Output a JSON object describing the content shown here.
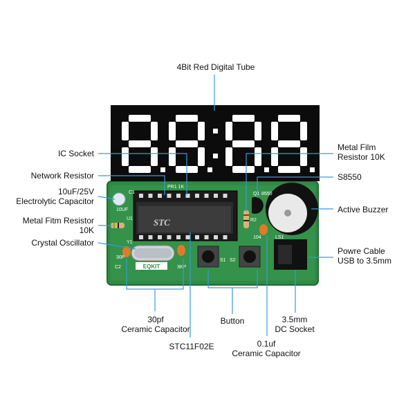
{
  "labels": {
    "digital_tube": "4Bit Red Digital Tube",
    "ic_socket": "IC Socket",
    "network_resistor": "Network Resistor",
    "electrolytic_line1": "10uF/25V",
    "electrolytic_line2": "Electrolytic Capacitor",
    "metal_fitm_line1": "Metal Fitm Resistor",
    "metal_fitm_line2": "10K",
    "crystal": "Crystal Oscillator",
    "metal_film_line1": "Metal Film",
    "metal_film_line2": "Resistor 10K",
    "s8550": "S8550",
    "buzzer": "Active Buzzer",
    "power_line1": "Powre Cable",
    "power_line2": "USB to 3.5mm",
    "ceramic_30pf_line1": "30pf",
    "ceramic_30pf_line2": "Ceramic Capacitor",
    "button": "Button",
    "dc_socket_line1": "3.5mm",
    "dc_socket_line2": "DC Socket",
    "mcu": "STC11F02E",
    "ceramic_01_line1": "0.1uf",
    "ceramic_01_line2": "Ceramic Capacitor"
  },
  "board": {
    "brand": "EQKIT",
    "chip_text": "STC",
    "silk_c1": "C1",
    "silk_pr1": "PR1 1K",
    "silk_10uf": "10UF",
    "silk_u1": "U1",
    "silk_y1": "Y1",
    "silk_c2": "C2",
    "silk_30p": "30P",
    "silk_3kp": "3KP",
    "silk_s1": "S1",
    "silk_s2": "S2",
    "silk_q1": "Q1",
    "silk_8550": "8550",
    "silk_r2": "R2",
    "silk_104": "104",
    "silk_ls1": "LS1"
  },
  "colors": {
    "line": "#3a9ad9",
    "pcb": "#2f8a45",
    "tube": "#0c0c0c",
    "segment": "#ffffff"
  }
}
